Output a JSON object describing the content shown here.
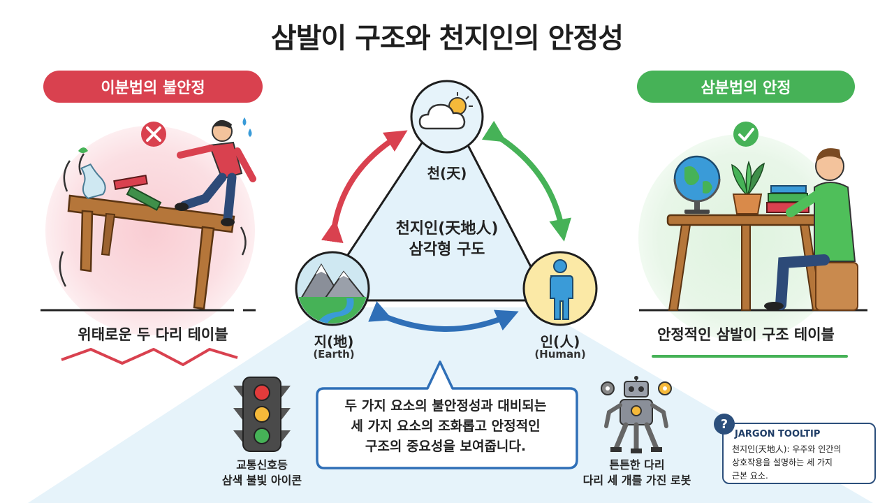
{
  "title": "삼발이 구조와 천지인의 안정성",
  "left_panel": {
    "pill_label": "이분법의 불안정",
    "caption": "위태로운 두 다리 테이블",
    "status_icon": "x-circle-icon"
  },
  "right_panel": {
    "pill_label": "삼분법의 안정",
    "caption": "안정적인 삼발이 구조 테이블",
    "status_icon": "check-circle-icon"
  },
  "triangle": {
    "center_line1": "천지인(天地人)",
    "center_line2": "삼각형 구도",
    "heaven": {
      "label": "천(天)",
      "icon": "cloud-sun-icon"
    },
    "earth": {
      "label": "지(地)",
      "sub": "(Earth)",
      "icon": "mountain-river-icon"
    },
    "human": {
      "label": "인(人)",
      "sub": "(Human)",
      "icon": "person-icon"
    }
  },
  "bubble": {
    "line1": "두 가지 요소의 불안정성과 대비되는",
    "line2": "세 가지 요소의 조화롭고 안정적인",
    "line3": "구조의 중요성을 보여줍니다."
  },
  "traffic_light": {
    "caption_line1": "교통신호등",
    "caption_line2": "삼색 불빛 아이콘"
  },
  "robot": {
    "caption_line1": "튼튼한 다리",
    "caption_line2": "다리 세 개를 가진 로봇"
  },
  "tooltip": {
    "icon_glyph": "?",
    "title": "JARGON TOOLTIP",
    "line1": "천지인(天地人): 우주와 인간의",
    "line2": "상호작용을 설명하는 세 가지",
    "line3": "근본 요소."
  },
  "colors": {
    "red": "#d9414f",
    "green": "#46b257",
    "blue": "#2f6fb7",
    "navy": "#2c4f7c",
    "triangle_fill": "#e3f2fa"
  }
}
